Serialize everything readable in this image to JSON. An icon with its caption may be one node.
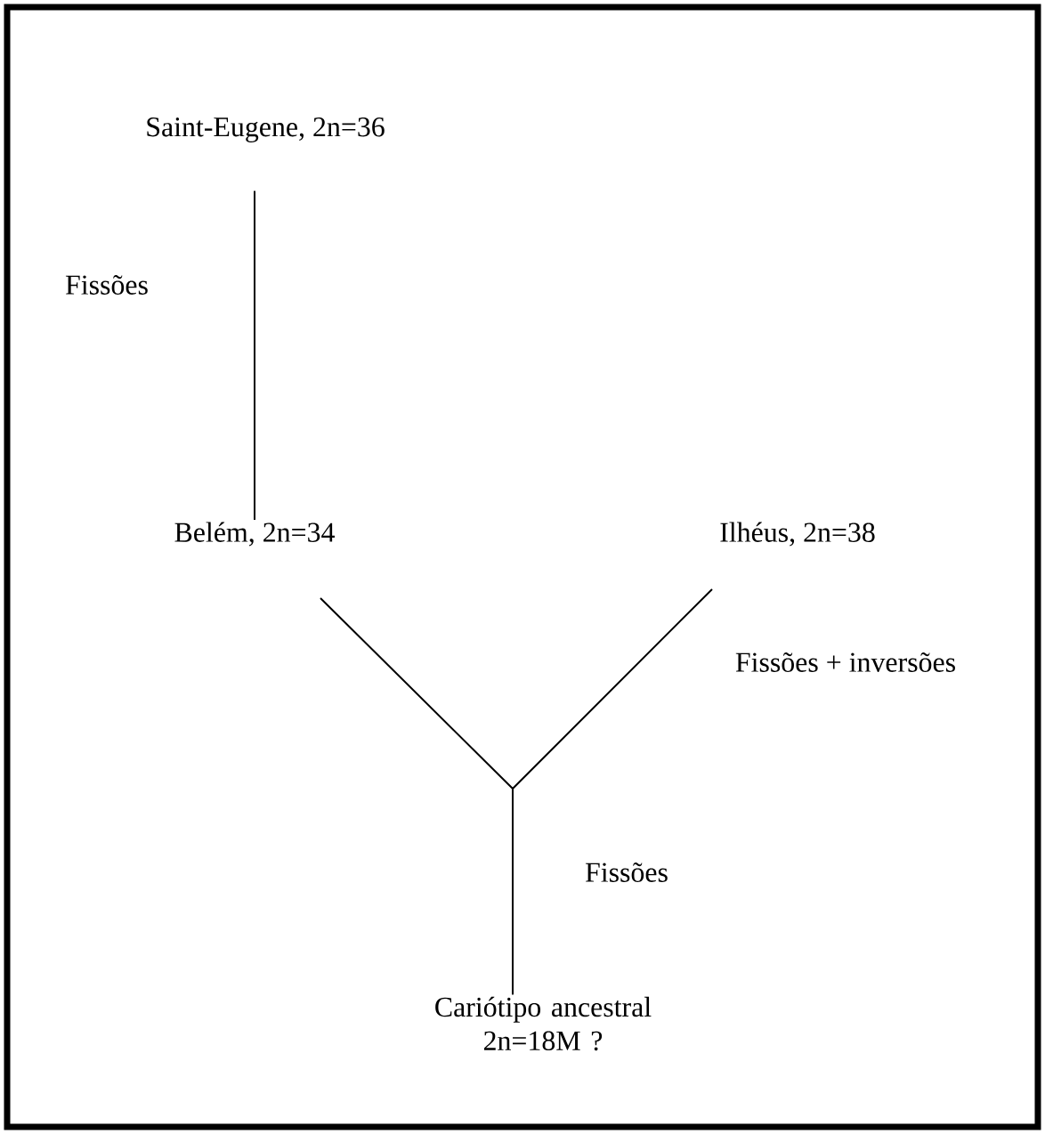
{
  "diagram": {
    "nodes": [
      {
        "text": [
          "Saint-Eugene, 2n=36"
        ]
      },
      {
        "text": [
          "Belém, 2n=34"
        ]
      },
      {
        "text": [
          "Ilhéus, 2n=38"
        ]
      },
      {
        "text": [
          "Cariótipo ancestral 2n=18M ?"
        ]
      }
    ],
    "edges": [
      {
        "from": 0,
        "to": 1,
        "arrow": "none",
        "label": "Fissões"
      },
      {
        "from": 3,
        "to": 1,
        "arrow": "none",
        "label": "Fissões"
      },
      {
        "from": 3,
        "to": 2,
        "arrow": "none",
        "label": "Fissões + inversões"
      }
    ]
  }
}
